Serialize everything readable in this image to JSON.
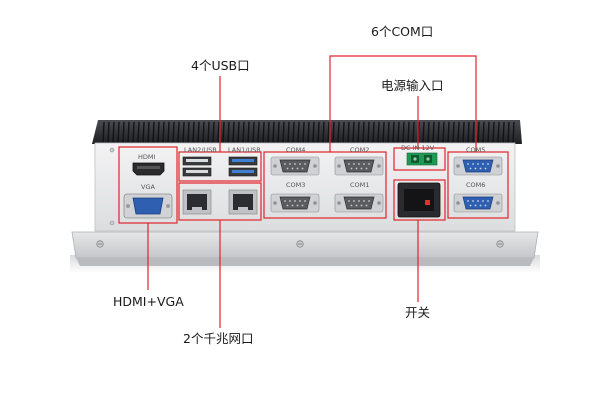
{
  "callouts": {
    "com": "6个COM口",
    "usb": "4个USB口",
    "power": "电源输入口",
    "hdmi_vga": "HDMI+VGA",
    "lan": "2个千兆网口",
    "switch": "开关"
  },
  "port_labels": {
    "hdmi": "HDMI",
    "vga": "VGA",
    "lan2_usb": "LAN2/USB",
    "lan1_usb": "LAN1/USB",
    "com4": "COM4",
    "com2": "COM2",
    "com3": "COM3",
    "com1": "COM1",
    "com5": "COM5",
    "com6": "COM6",
    "dc_in": "DC IN 12V"
  },
  "colors": {
    "callout_line": "#e0242c",
    "chassis_dark": "#2a2b2f",
    "panel": "#e9eaec",
    "rail": "#d6d7d9",
    "vga_blue": "#2f5fb0",
    "power_green": "#1f9a55"
  }
}
